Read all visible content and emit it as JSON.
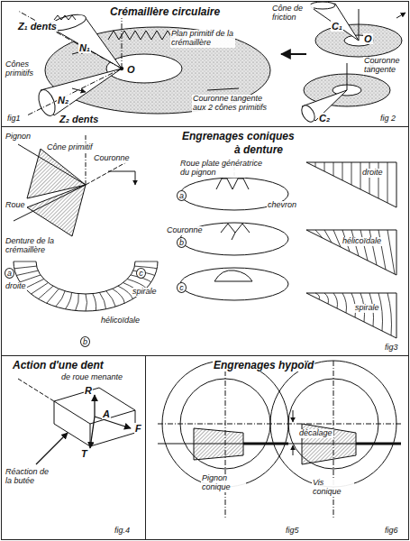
{
  "diagram": {
    "nodes": [
      {
        "text": [
          "Crémaillère circulaire",
          "Plan primitif de la crémaillère",
          "Z₁ dents",
          "N₁",
          "Cônes primitifs",
          "O",
          "N₂",
          "Z₂ dents",
          "Couronne tangente aux 2 cônes primitifs",
          "fig1",
          "Cône de friction",
          "C₁",
          "O",
          "Couronne tangente",
          "C₂",
          "fig 2"
        ]
      },
      {
        "text": [
          "Engrenages coniques",
          "à denture",
          "Pignon",
          "Cône primitif",
          "Couronne",
          "Roue",
          "Denture de la crémaillère",
          "a",
          "c",
          "b",
          "droite",
          "hélicoïdale",
          "spirale",
          "Roue plate génératrice du pignon",
          "Couronne",
          "a",
          "chevron",
          "b",
          "c",
          "droite",
          "hélicoïdale",
          "spirale",
          "fig3"
        ]
      },
      {
        "text": [
          "Action d'une dent",
          "de roue menante",
          "R",
          "A",
          "F",
          "T",
          "Réaction de la butée",
          "fig.4"
        ]
      },
      {
        "text": [
          "Engrenages hypoïd",
          "décalage",
          "Pignon conique",
          "Vis conique",
          "fig5",
          "fig6"
        ]
      }
    ]
  }
}
